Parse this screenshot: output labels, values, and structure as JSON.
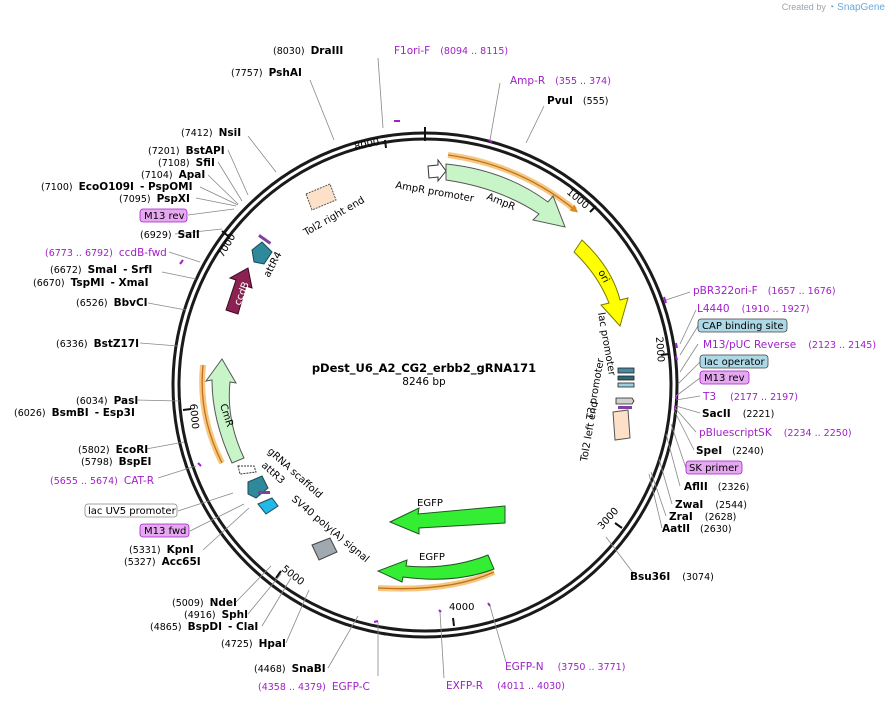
{
  "watermark": {
    "created_by": "Created by",
    "brand": "SnapGene"
  },
  "plasmid": {
    "name": "pDest_U6_A2_CG2_erbb2_gRNA171",
    "length_label": "8246 bp"
  },
  "ticks": [
    "1000",
    "2000",
    "3000",
    "4000",
    "5000",
    "6000",
    "7000",
    "8000"
  ],
  "features": [
    {
      "label": "AmpR promoter",
      "color": "#ffffff"
    },
    {
      "label": "AmpR",
      "color": "#c8f5c8"
    },
    {
      "label": "ori",
      "color": "#ffff00"
    },
    {
      "label": "lac promoter",
      "color": "#ffffff"
    },
    {
      "label": "T3 promoter",
      "color": "#ffffff"
    },
    {
      "label": "Tol2 left end",
      "color": "#fde0c8"
    },
    {
      "label": "EGFP",
      "color": "#33ee33"
    },
    {
      "label": "EGFP",
      "color": "#33ee33"
    },
    {
      "label": "SV40 poly(A) signal",
      "color": "#a0a8b0"
    },
    {
      "label": "gRNA scaffold",
      "color": "#ffffff"
    },
    {
      "label": "attR3",
      "color": "#2e8a9a"
    },
    {
      "label": "CmR",
      "color": "#c8f5c8"
    },
    {
      "label": "ccdB",
      "color": "#8b2252"
    },
    {
      "label": "attR4",
      "color": "#2e8a9a"
    },
    {
      "label": "Tol2 right end",
      "color": "#fde0c8"
    }
  ],
  "left_labels": [
    {
      "pos": "(8030)",
      "name": "DraIII"
    },
    {
      "pos": "(7757)",
      "name": "PshAI"
    },
    {
      "pos": "(7412)",
      "name": "NsiI"
    },
    {
      "pos": "(7201)",
      "name": "BstAPI"
    },
    {
      "pos": "(7108)",
      "name": "SfiI"
    },
    {
      "pos": "(7104)",
      "name": "ApaI"
    },
    {
      "pos": "(7100)",
      "name": "EcoO109I",
      "extra": "- PspOMI"
    },
    {
      "pos": "(7095)",
      "name": "PspXI"
    },
    {
      "boxed": "M13 rev"
    },
    {
      "pos": "(6929)",
      "name": "SalI"
    },
    {
      "primer_pos": "(6773 .. 6792)",
      "primer": "ccdB-fwd"
    },
    {
      "pos": "(6672)",
      "name": "SmaI",
      "extra": "- SrfI"
    },
    {
      "pos": "(6670)",
      "name": "TspMI",
      "extra": "- XmaI"
    },
    {
      "pos": "(6526)",
      "name": "BbvCI"
    },
    {
      "pos": "(6336)",
      "name": "BstZ17I"
    },
    {
      "pos": "(6034)",
      "name": "PasI"
    },
    {
      "pos": "(6026)",
      "name": "BsmBI",
      "extra": "- Esp3I"
    },
    {
      "pos": "(5802)",
      "name": "EcoRI"
    },
    {
      "pos": "(5798)",
      "name": "BspEI"
    },
    {
      "primer_pos": "(5655 .. 5674)",
      "primer": "CAT-R"
    },
    {
      "boxed": "lac UV5 promoter"
    },
    {
      "boxed": "M13 fwd"
    },
    {
      "pos": "(5331)",
      "name": "KpnI"
    },
    {
      "pos": "(5327)",
      "name": "Acc65I"
    },
    {
      "pos": "(5009)",
      "name": "NdeI"
    },
    {
      "pos": "(4916)",
      "name": "SphI"
    },
    {
      "pos": "(4865)",
      "name": "BspDI",
      "extra": "- ClaI"
    },
    {
      "pos": "(4725)",
      "name": "HpaI"
    },
    {
      "pos": "(4468)",
      "name": "SnaBI"
    },
    {
      "primer_pos": "(4358 .. 4379)",
      "primer": "EGFP-C"
    }
  ],
  "right_labels": [
    {
      "primer": "F1ori-F",
      "primer_pos": "(8094 .. 8115)"
    },
    {
      "primer": "Amp-R",
      "primer_pos": "(355 .. 374)"
    },
    {
      "name": "PvuI",
      "pos": "(555)"
    },
    {
      "primer": "pBR322ori-F",
      "primer_pos": "(1657 .. 1676)"
    },
    {
      "primer": "L4440",
      "primer_pos": "(1910 .. 1927)"
    },
    {
      "boxed": "CAP binding site"
    },
    {
      "primer": "M13/pUC Reverse",
      "primer_pos": "(2123 .. 2145)"
    },
    {
      "boxed": "lac operator"
    },
    {
      "boxed": "M13 rev"
    },
    {
      "primer": "T3",
      "primer_pos": "(2177 .. 2197)"
    },
    {
      "name": "SacII",
      "pos": "(2221)"
    },
    {
      "primer": "pBluescriptSK",
      "primer_pos": "(2234 .. 2250)"
    },
    {
      "name": "SpeI",
      "pos": "(2240)"
    },
    {
      "boxed": "SK primer"
    },
    {
      "name": "AflII",
      "pos": "(2326)"
    },
    {
      "name": "ZwaI",
      "pos": "(2544)"
    },
    {
      "name": "ZraI",
      "pos": "(2628)"
    },
    {
      "name": "AatII",
      "pos": "(2630)"
    },
    {
      "name": "Bsu36I",
      "pos": "(3074)"
    },
    {
      "primer": "EGFP-N",
      "primer_pos": "(3750 .. 3771)"
    },
    {
      "primer": "EXFP-R",
      "primer_pos": "(4011 .. 4030)"
    }
  ],
  "colors": {
    "primer": "#a020c8",
    "orf_outline": "#e8a23a",
    "lac_box": "#add8e6",
    "primer_box": "#e6a8f0"
  }
}
